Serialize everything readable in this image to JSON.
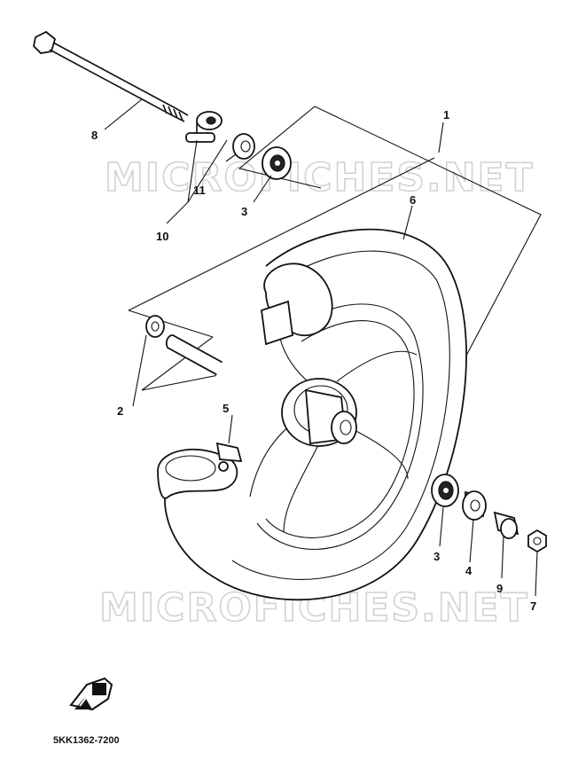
{
  "watermarks": [
    "MICROFICHES.NET",
    "MICROFICHES.NET"
  ],
  "callouts": {
    "c1": "1",
    "c2": "2",
    "c3a": "3",
    "c3b": "3",
    "c4": "4",
    "c5": "5",
    "c6": "6",
    "c7": "7",
    "c8": "8",
    "c9": "9",
    "c10": "10",
    "c11": "11"
  },
  "diagram_code": "5KK1362-7200",
  "colors": {
    "ink": "#111111",
    "watermark": "#d2d2d2",
    "paper": "#ffffff"
  },
  "icons": {
    "front_indicator": "arrow-hand-icon"
  }
}
